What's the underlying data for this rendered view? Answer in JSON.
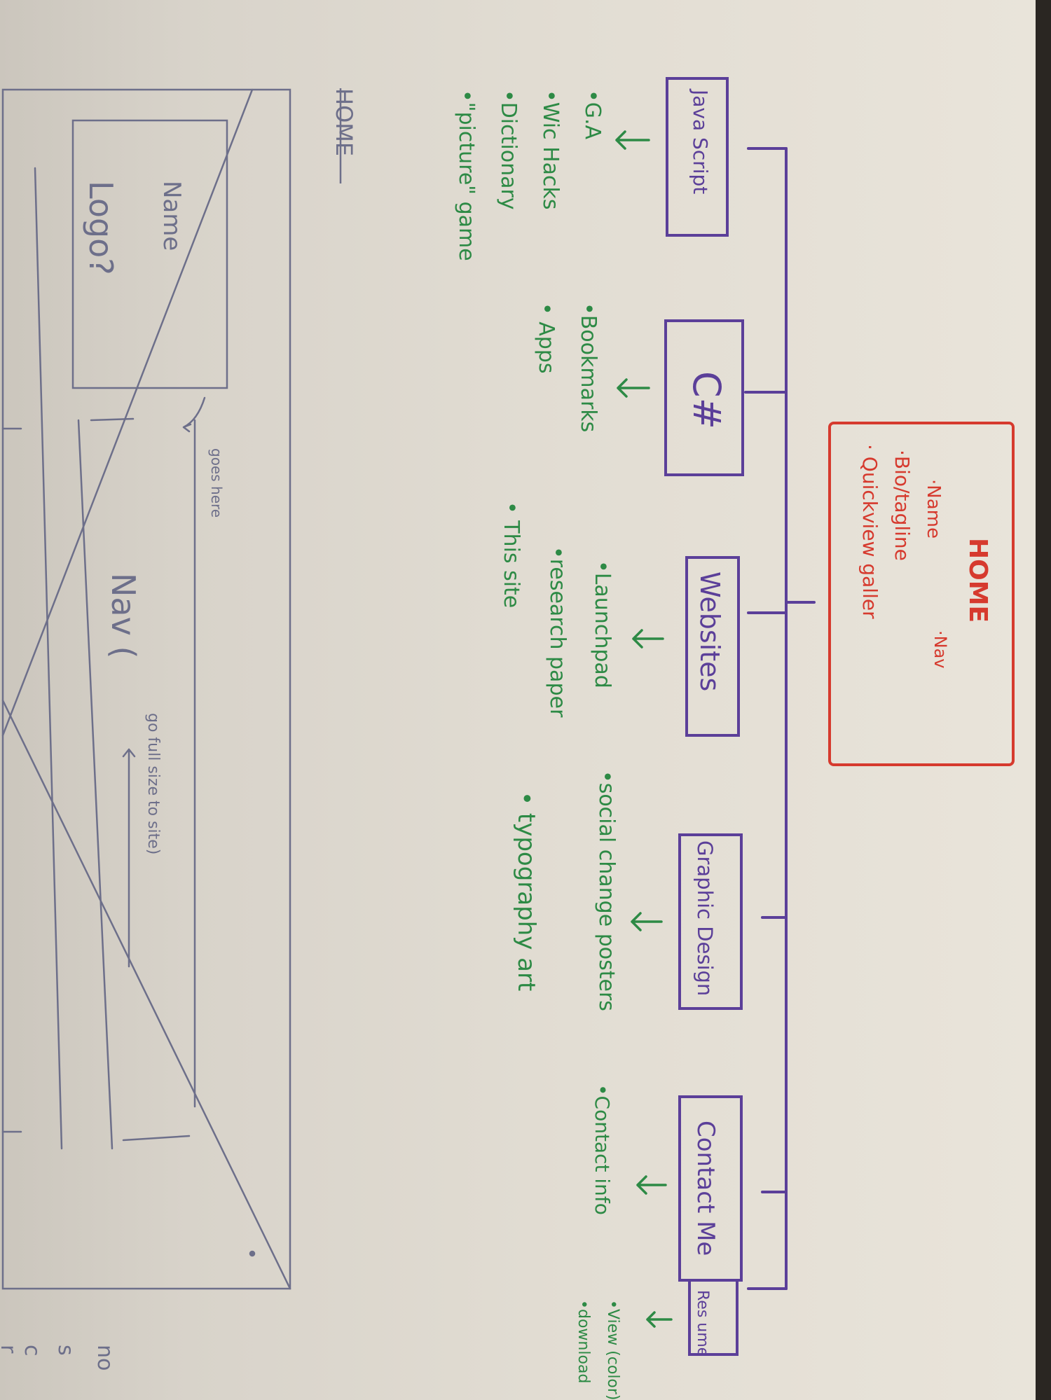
{
  "sitemap": {
    "home": {
      "title": "HOME",
      "items": [
        "·Name",
        "·Bio/tagline",
        "· Quickview galler"
      ],
      "nav_note": "·Nav"
    },
    "sections": [
      {
        "label": "Java Script",
        "items": [
          "•G.A",
          "•Wic Hacks",
          "•Dictionary",
          "•\"picture\" game"
        ]
      },
      {
        "label": "C#",
        "items": [
          "•Bookmarks",
          "• Apps"
        ]
      },
      {
        "label": "Websites",
        "items": [
          "•Launchpad",
          "•research paper",
          "• This site"
        ]
      },
      {
        "label": "Graphic Design",
        "items": [
          "•social change posters",
          "• typography art"
        ]
      },
      {
        "label": "Contact Me",
        "items": [
          "•Contact info"
        ]
      },
      {
        "label": "Res ume",
        "items": [
          "•View (color) (B&W)",
          "•download"
        ]
      }
    ]
  },
  "wireframe": {
    "page_label": "HOME",
    "name_label": "Name",
    "logo_label": "Logo?",
    "goes_note": "goes here",
    "nav_label": "Nav (",
    "nav_note": "go full size to site)",
    "edge_text": [
      "no",
      "s",
      "c",
      "r"
    ]
  },
  "colors": {
    "purple": "#5b3f99",
    "green": "#2d8a45",
    "red": "#d63a2e",
    "pencil": "#6d6f8a"
  }
}
